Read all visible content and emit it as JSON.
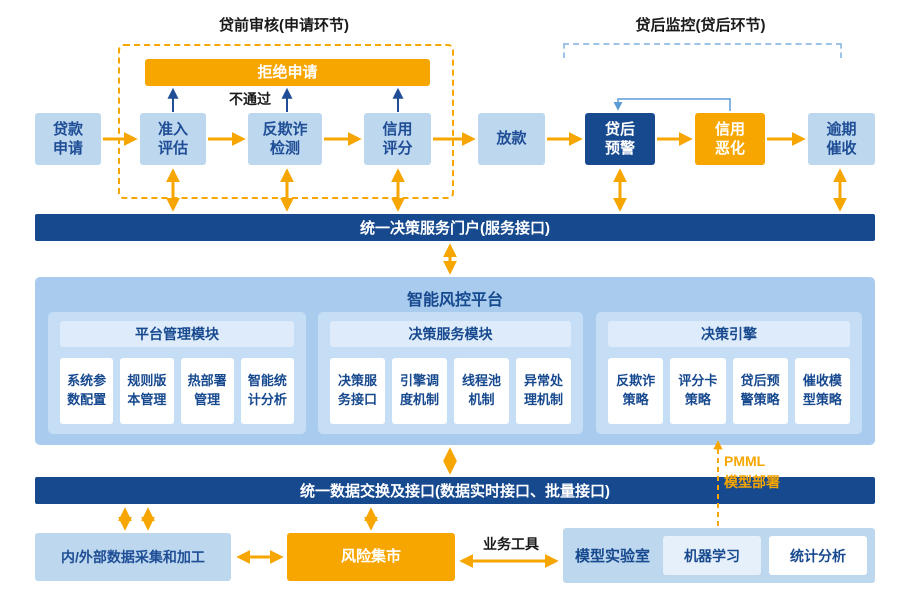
{
  "colors": {
    "dark_blue": "#17498F",
    "light_blue": "#BDD7EE",
    "orange": "#F7A600",
    "panel_blue": "#A9CCEE",
    "loop_line_blue": "#5B9BD5"
  },
  "sections": {
    "pre_loan": "贷前审核(申请环节)",
    "post_loan": "贷后监控(贷后环节)",
    "not_passed": "不通过",
    "business_tools": "业务工具",
    "pmml_line1": "PMML",
    "pmml_line2": "模型部署"
  },
  "flow": {
    "reject": "拒绝申请",
    "loan_apply": "贷款\n申请",
    "admission": "准入\n评估",
    "anti_fraud": "反欺诈\n检测",
    "credit_score": "信用\n评分",
    "disburse": "放款",
    "post_warning": "贷后\n预警",
    "credit_worsen": "信用\n恶化",
    "overdue_collect": "逾期\n催收"
  },
  "bars": {
    "decision_portal": "统一决策服务门户(服务接口)",
    "data_exchange": "统一数据交换及接口(数据实时接口、批量接口)"
  },
  "platform": {
    "title": "智能风控平台",
    "modules": [
      {
        "title": "平台管理模块",
        "items": [
          "系统参\n数配置",
          "规则版\n本管理",
          "热部署\n管理",
          "智能统\n计分析"
        ]
      },
      {
        "title": "决策服务模块",
        "items": [
          "决策服\n务接口",
          "引擎调\n度机制",
          "线程池\n机制",
          "异常处\n理机制"
        ]
      },
      {
        "title": "决策引擎",
        "items": [
          "反欺诈\n策略",
          "评分卡\n策略",
          "贷后预\n警策略",
          "催收模\n型策略"
        ]
      }
    ]
  },
  "bottom": {
    "data_collect": "内/外部数据采集和加工",
    "risk_mart": "风险集市",
    "model_lab": "模型实验室",
    "machine_learning": "机器学习",
    "stat_analysis": "统计分析"
  }
}
